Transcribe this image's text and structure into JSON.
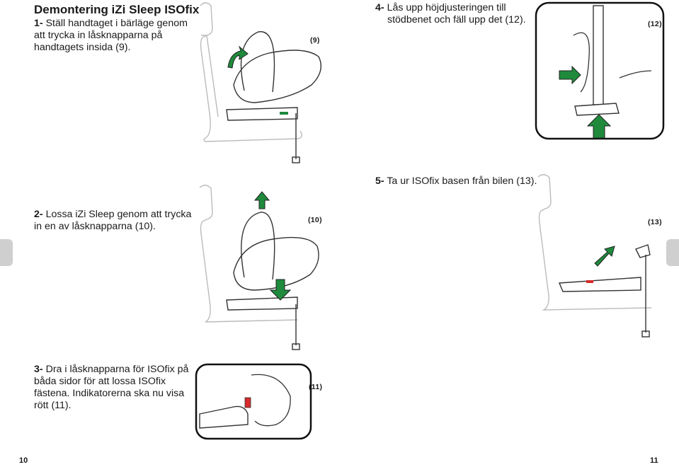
{
  "heading": "Demontering iZi Sleep ISOfix",
  "steps": [
    {
      "num": "1-",
      "lines": [
        "Ställ handtaget i bärläge genom",
        "att trycka in låsknapparna på",
        "handtagets insida (9)."
      ]
    },
    {
      "num": "2-",
      "lines": [
        "Lossa iZi Sleep genom att trycka",
        "in en av låsknapparna (10)."
      ]
    },
    {
      "num": "3-",
      "lines": [
        "Dra i låsknapparna för ISOfix på",
        "båda sidor för att lossa ISOfix",
        "fästena. Indikatorerna ska nu visa",
        "rött (11)."
      ]
    },
    {
      "num": "4-",
      "lines": [
        "Lås upp höjdjusteringen till",
        "stödbenet och fäll upp det (12)."
      ]
    },
    {
      "num": "5-",
      "lines": [
        "Ta ur ISOfix basen från bilen (13)."
      ]
    }
  ],
  "figure_labels": {
    "f9": "(9)",
    "f10": "(10)",
    "f11": "(11)",
    "f12": "(12)",
    "f13": "(13)"
  },
  "page_numbers": {
    "left": "10",
    "right": "11"
  },
  "colors": {
    "arrow_green": "#1f8a3c",
    "indicator_red": "#d62a2a",
    "indicator_green": "#1f8a3c",
    "tab_gray": "#cfcfcf"
  }
}
